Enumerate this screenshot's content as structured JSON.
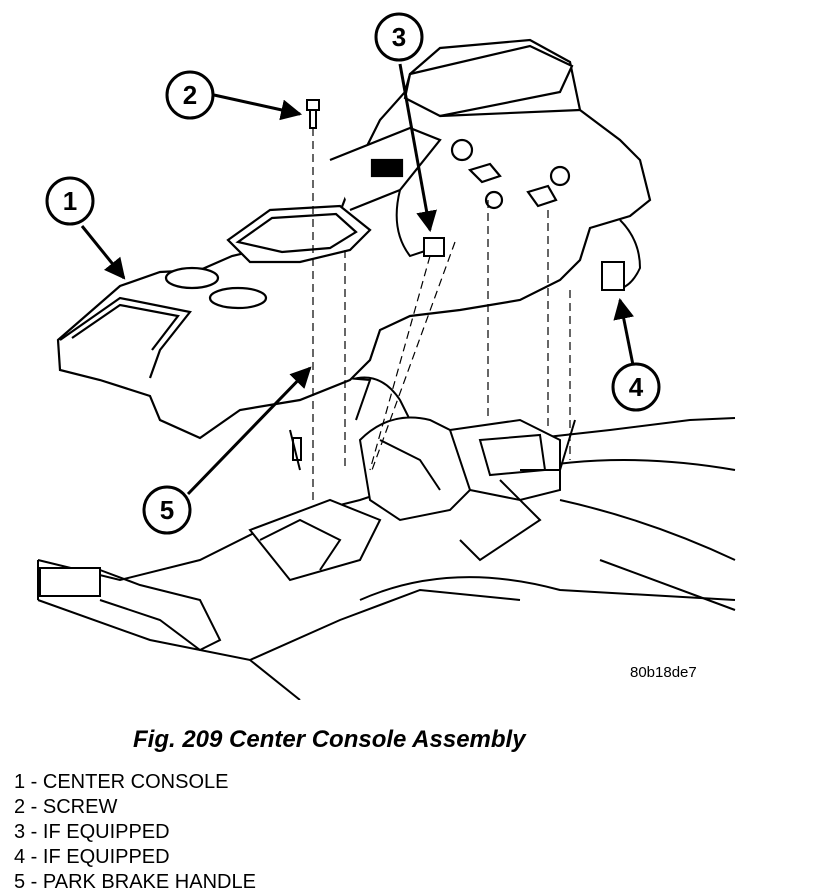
{
  "figure": {
    "code": "80b18de7",
    "callouts": [
      "1",
      "2",
      "3",
      "4",
      "5"
    ]
  },
  "caption": "Fig. 209 Center Console Assembly",
  "legend": [
    {
      "number": "1",
      "label": "1 - CENTER CONSOLE"
    },
    {
      "number": "2",
      "label": "2 - SCREW"
    },
    {
      "number": "3",
      "label": "3 - IF EQUIPPED"
    },
    {
      "number": "4",
      "label": "4 - IF EQUIPPED"
    },
    {
      "number": "5",
      "label": "5 - PARK BRAKE HANDLE"
    }
  ]
}
